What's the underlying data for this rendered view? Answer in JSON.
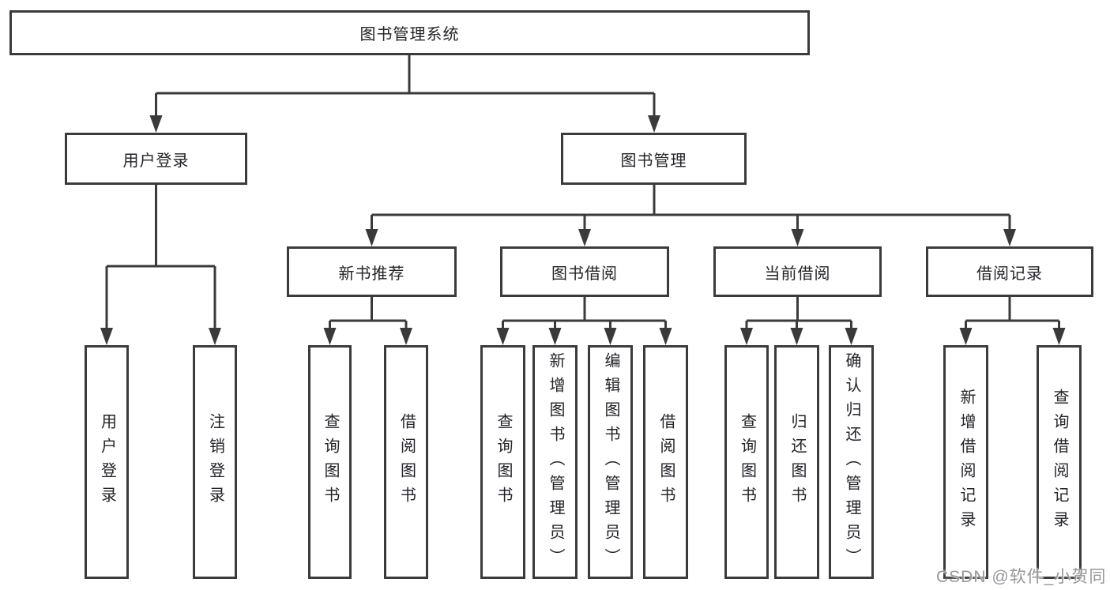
{
  "tree": {
    "root": "图书管理系统",
    "branches": [
      {
        "label": "用户登录",
        "children": [
          "用户登录",
          "注销登录"
        ]
      },
      {
        "label": "图书管理",
        "sections": [
          {
            "label": "新书推荐",
            "children": [
              "查询图书",
              "借阅图书"
            ]
          },
          {
            "label": "图书借阅",
            "children": [
              "查询图书",
              "新增图书（管理员）",
              "编辑图书（管理员）",
              "借阅图书"
            ]
          },
          {
            "label": "当前借阅",
            "children": [
              "查询图书",
              "归还图书",
              "确认归还（管理员）"
            ]
          },
          {
            "label": "借阅记录",
            "children": [
              "新增借阅记录",
              "查询借阅记录"
            ]
          }
        ]
      }
    ]
  },
  "watermark": "CSDN @软件_小贺同学",
  "colors": {
    "line": "#3a3a3a",
    "border": "#3b3b3b",
    "text": "#232329",
    "box_background": "#ffffff",
    "watermark": "#96969c"
  }
}
